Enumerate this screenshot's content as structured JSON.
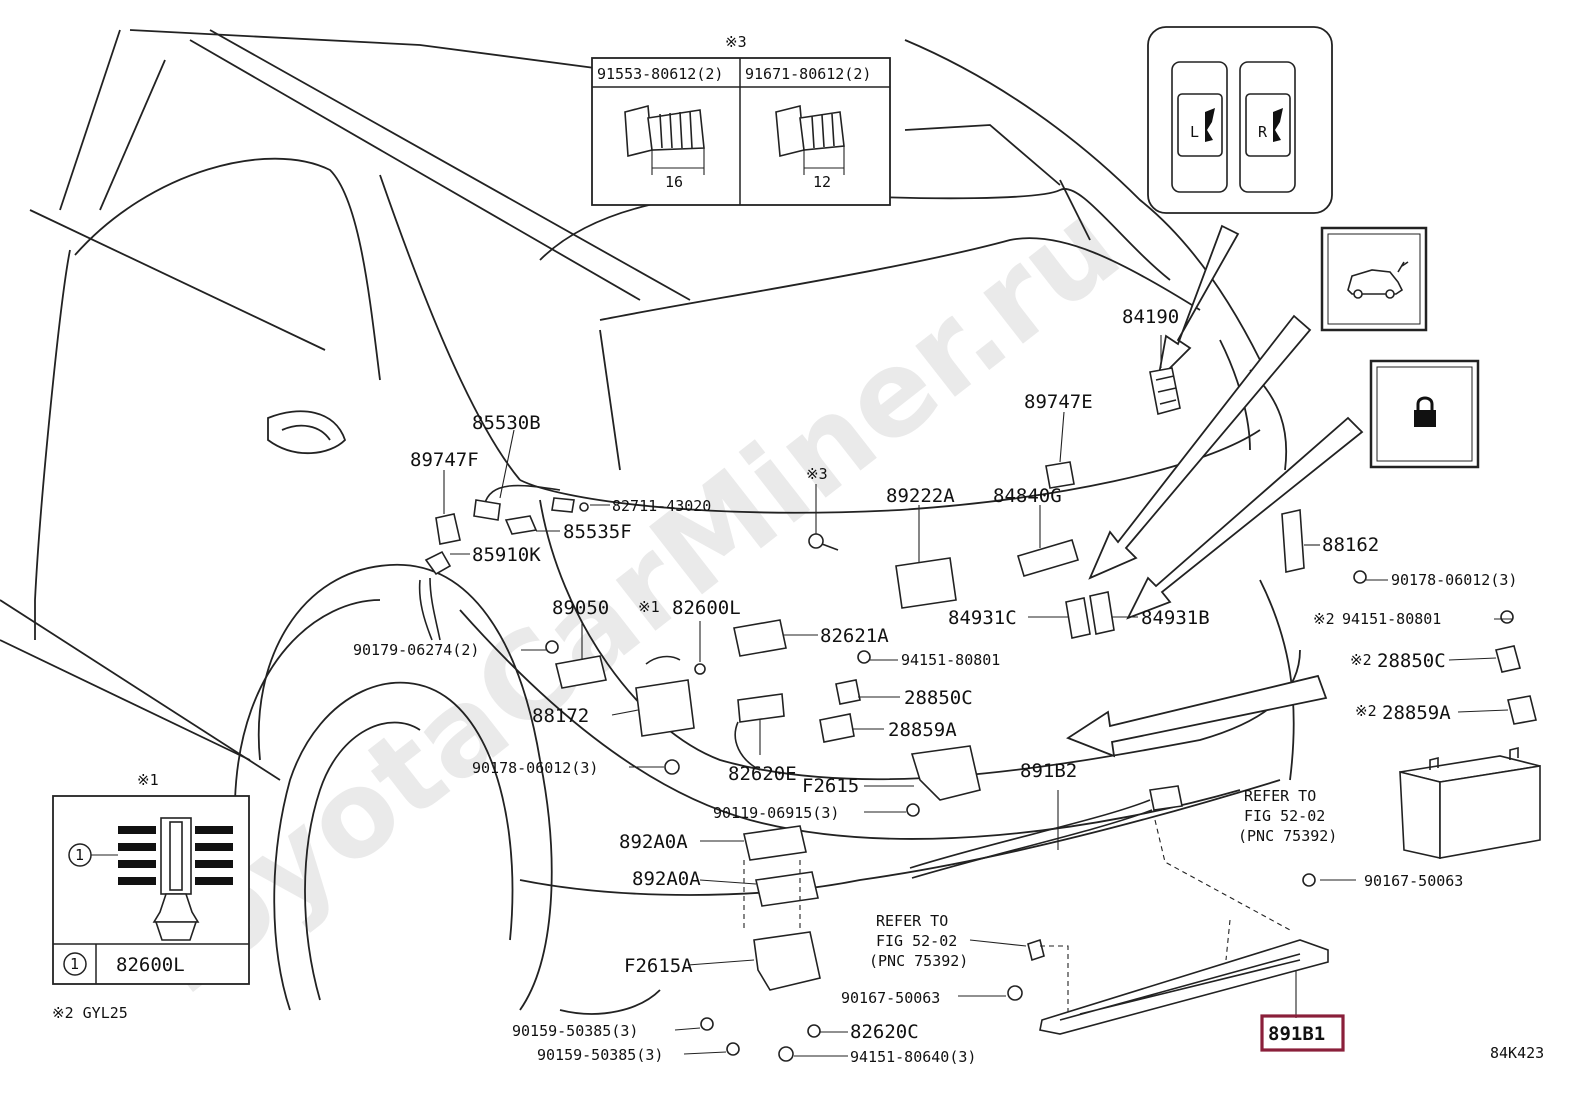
{
  "watermark": "ToyotaCarMiner.ru",
  "figure_code": "84K423",
  "footnote": "※2 GYL25",
  "fastener_box": {
    "note": "※3",
    "left_part": "91553-80612(2)",
    "right_part": "91671-80612(2)",
    "left_length": "16",
    "right_length": "12"
  },
  "clip_box": {
    "note": "※1",
    "legend_number": "1",
    "legend_part": "82600L",
    "callout": "1"
  },
  "switch_labels": {
    "left": "L",
    "right": "R"
  },
  "callouts": {
    "p84190": "84190",
    "p89747E": "89747E",
    "p85530B": "85530B",
    "p89747F": "89747F",
    "p82711": "82711-43020",
    "p85535F": "85535F",
    "p85910K": "85910K",
    "p89222A": "89222A",
    "p84840G": "84840G",
    "note3": "※3",
    "p88162": "88162",
    "p90178_a": "90178-06012(3)",
    "p89050": "89050",
    "note1": "※1",
    "p82600L": "82600L",
    "p84931C": "84931C",
    "p84931B": "84931B",
    "note2a": "※2",
    "p94151_a": "94151-80801",
    "p82621A": "82621A",
    "p90179": "90179-06274(2)",
    "p94151_b": "94151-80801",
    "note2b": "※2",
    "p28850C_r": "28850C",
    "p28850C": "28850C",
    "p88172": "88172",
    "note2c": "※2",
    "p28859A_r": "28859A",
    "p28859A": "28859A",
    "p90178_b": "90178-06012(3)",
    "p82620E": "82620E",
    "pF2615": "F2615",
    "p891B2": "891B2",
    "p90119": "90119-06915(3)",
    "p892A0A_1": "892A0A",
    "p892A0A_2": "892A0A",
    "refer1_l1": "REFER TO",
    "refer1_l2": "FIG 52-02",
    "refer1_l3": "(PNC 75392)",
    "p90167_a": "90167-50063",
    "refer2_l1": "REFER TO",
    "refer2_l2": "FIG 52-02",
    "refer2_l3": "(PNC 75392)",
    "pF2615A": "F2615A",
    "p90167_b": "90167-50063",
    "p891B1": "891B1",
    "p90159_a": "90159-50385(3)",
    "p82620C": "82620C",
    "p90159_b": "90159-50385(3)",
    "p94151_c": "94151-80640(3)"
  },
  "colors": {
    "line": "#222222",
    "highlight": "#8a1f3a",
    "watermark": "#d9d9d9"
  }
}
